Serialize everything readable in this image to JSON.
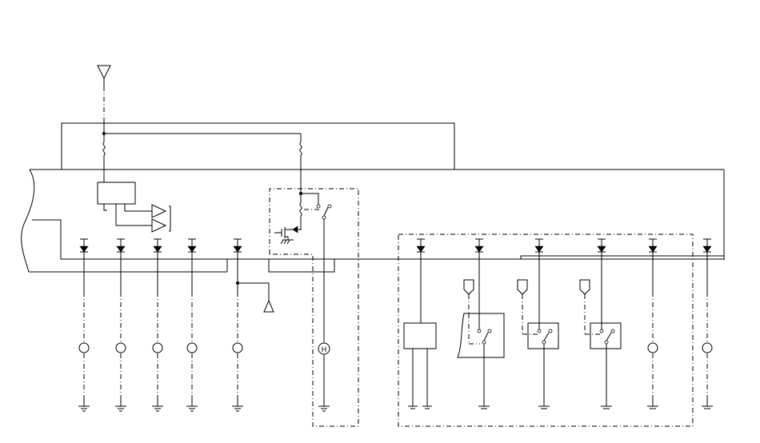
{
  "diagram": {
    "type": "wiring-schematic",
    "colors": {
      "line": "#000000",
      "background": "#ffffff"
    },
    "bulb_labels": [
      "",
      "",
      "",
      "",
      "",
      "H",
      "",
      ""
    ],
    "symbols": [
      "antenna-symbol",
      "fuse-icon",
      "relay-box",
      "amplifier-icon",
      "diode-icon",
      "lamp-icon",
      "ground-icon",
      "switch-icon",
      "connector-icon",
      "transistor-icon"
    ]
  }
}
